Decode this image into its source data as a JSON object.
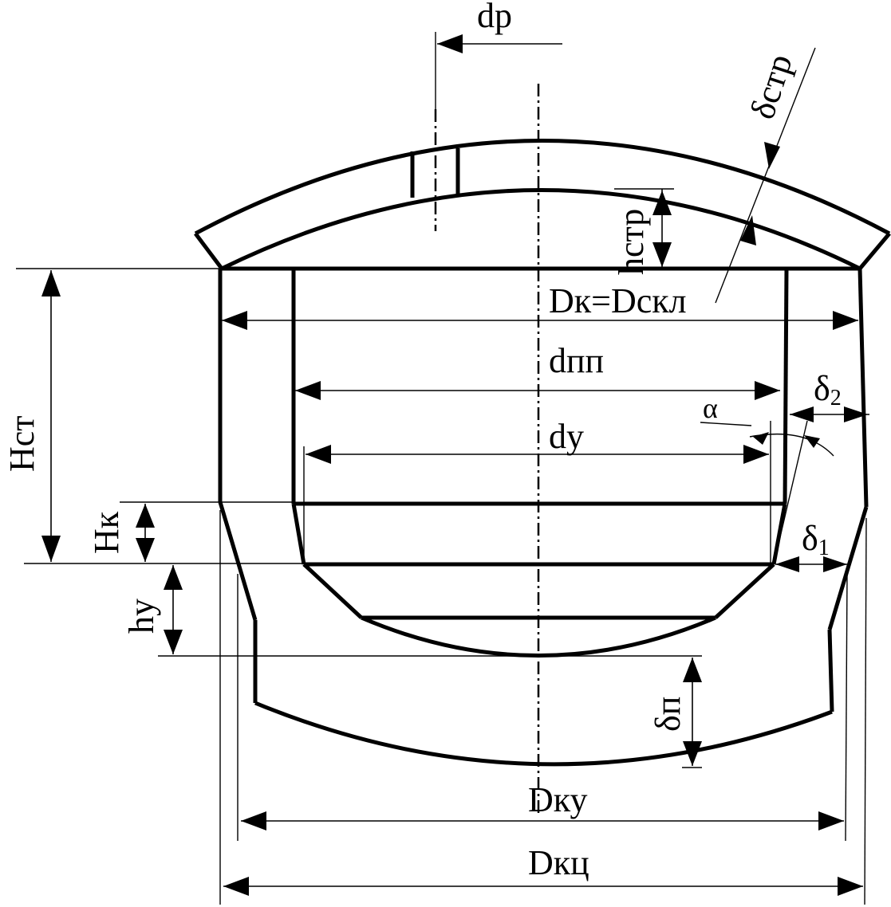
{
  "labels": {
    "dp": "dр",
    "delta_str": "δстр",
    "h_str": "hстр",
    "D_k_eq": "Dк=Dскл",
    "d_pp": "dпп",
    "alpha": "α",
    "delta_2_base": "δ",
    "delta_2_sub": "2",
    "d_y": "dу",
    "H_st": "Hст",
    "H_k": "Hк",
    "delta_1_base": "δ",
    "delta_1_sub": "1",
    "h_y": "hу",
    "delta_p": "δп",
    "D_ky": "Dку",
    "D_kts": "Dкц"
  }
}
